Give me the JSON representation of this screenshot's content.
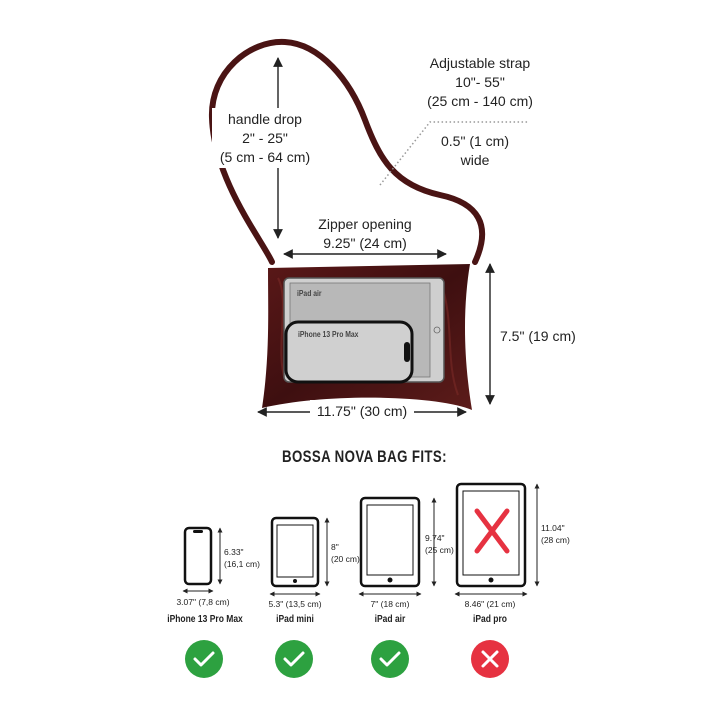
{
  "strap": {
    "title": "Adjustable strap",
    "range_in": "10\"- 55\"",
    "range_cm": "(25 cm - 140 cm)",
    "width_in": "0.5\" (1 cm)",
    "width_word": "wide"
  },
  "handle": {
    "title": "handle drop",
    "range_in": "2\" - 25\"",
    "range_cm": "(5 cm - 64 cm)"
  },
  "zipper": {
    "title": "Zipper opening",
    "size": "9.25\" (24 cm)"
  },
  "bag": {
    "height": "7.5\" (19 cm)",
    "width": "11.75\" (30 cm)",
    "inner_tablet": "iPad air",
    "inner_phone": "iPhone 13 Pro Max",
    "color": "#4a1414"
  },
  "fits_title": "BOSSA NOVA BAG FITS:",
  "devices": [
    {
      "name": "iPhone 13 Pro Max",
      "height_in": "6.33\"",
      "height_cm": "(16,1 cm)",
      "width": "3.07\" (7,8 cm)",
      "fits": true
    },
    {
      "name": "iPad mini",
      "height_in": "8\"",
      "height_cm": "(20 cm)",
      "width": "5.3\" (13,5 cm)",
      "fits": true
    },
    {
      "name": "iPad air",
      "height_in": "9.74\"",
      "height_cm": "(25 cm)",
      "width": "7\" (18 cm)",
      "fits": true
    },
    {
      "name": "iPad pro",
      "height_in": "11.04\"",
      "height_cm": "(28 cm)",
      "width": "8.46\" (21 cm)",
      "fits": false
    }
  ],
  "colors": {
    "fit": "#2da140",
    "no_fit": "#e63241",
    "line": "#222222"
  },
  "icons": {
    "fit": "check-icon",
    "no_fit": "cross-icon"
  }
}
